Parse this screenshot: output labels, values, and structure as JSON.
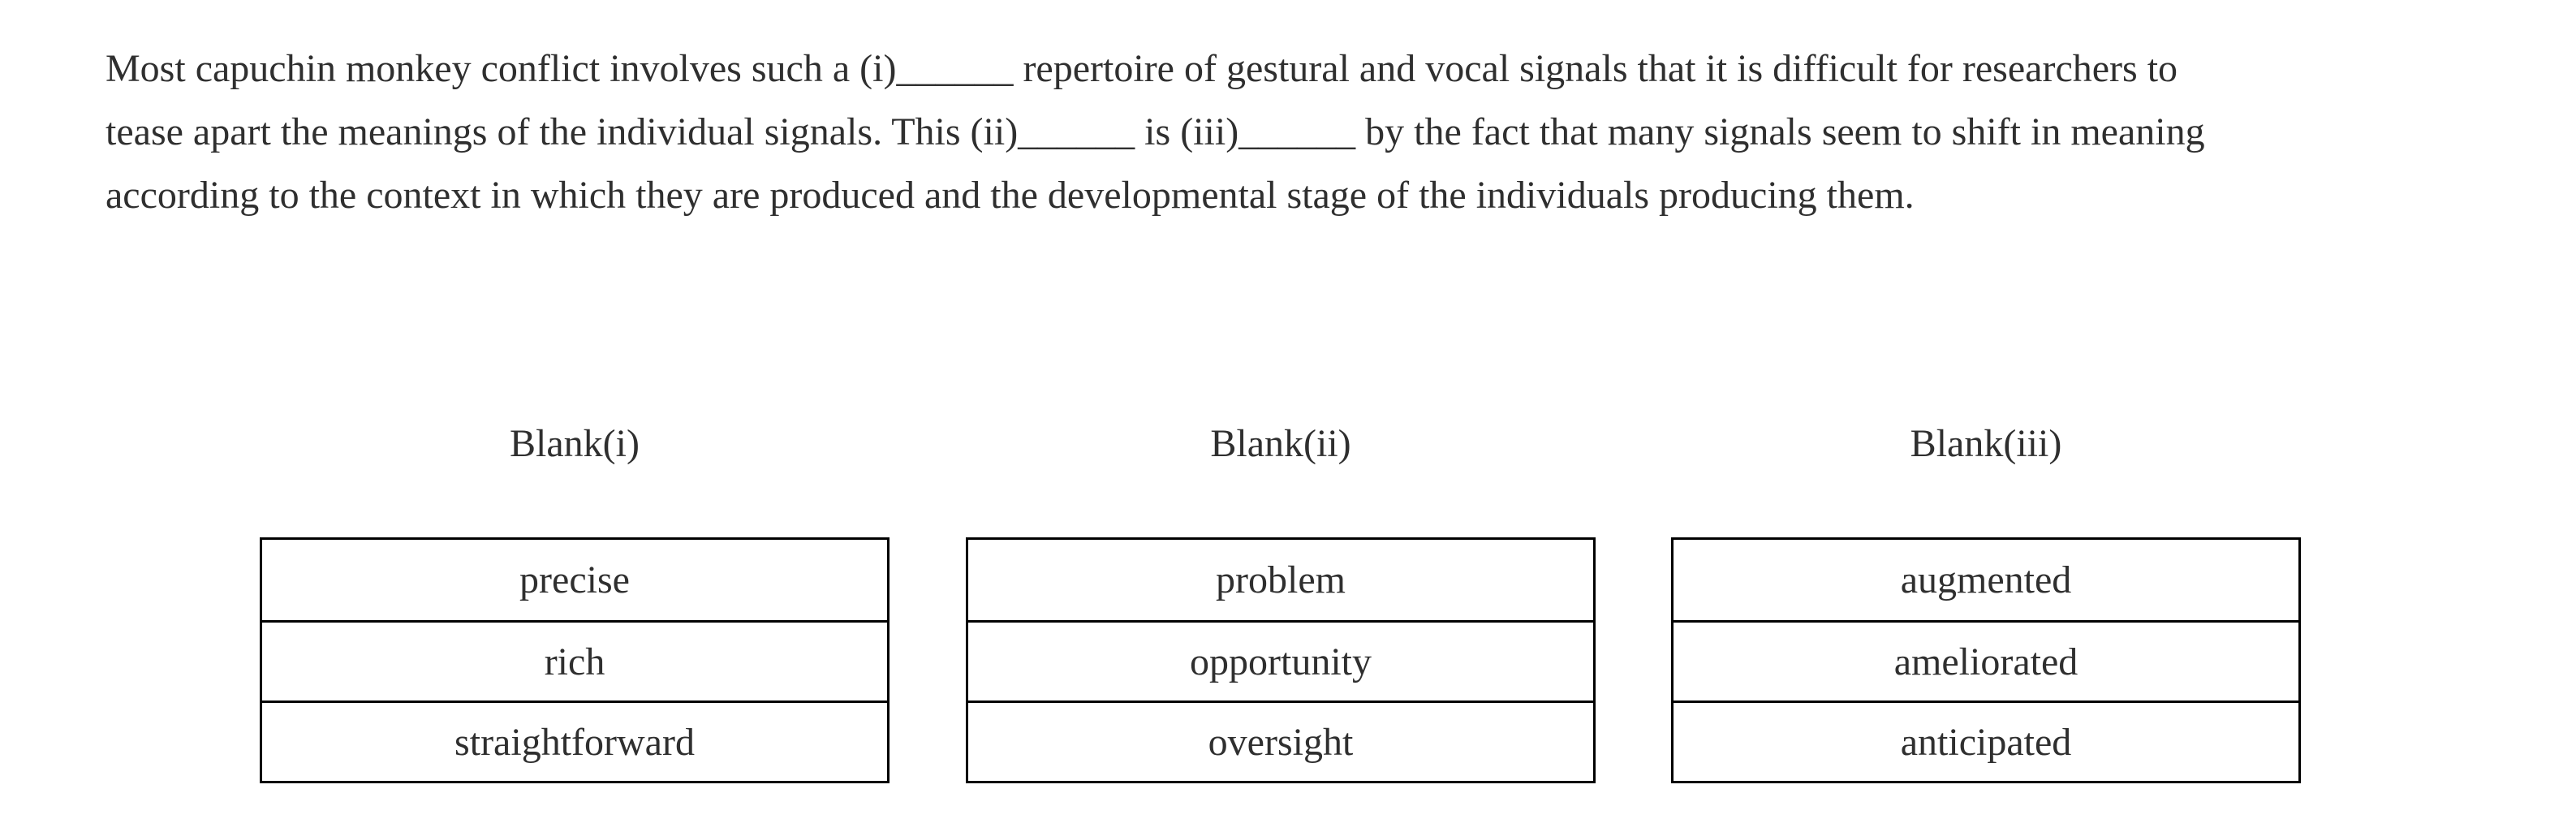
{
  "passage": {
    "lines": [
      "Most capuchin monkey conflict involves such a (i)______ repertoire of gestural and vocal signals that it is difficult for researchers to",
      "tease apart the meanings of the individual signals. This (ii)______ is (iii)______ by the fact that many signals seem to shift in meaning",
      "according to the context in which they are produced and the developmental stage of the individuals producing them."
    ],
    "full_text": "Most capuchin monkey conflict involves such a (i)______ repertoire of gestural and vocal signals that it is difficult for researchers to tease apart the meanings of the individual signals. This (ii)______ is (iii)______ by the fact that many signals seem to shift in meaning according to the context in which they are produced and the developmental stage of the individuals producing them."
  },
  "blanks": [
    {
      "label": "Blank(i)",
      "options": [
        "precise",
        "rich",
        "straightforward"
      ]
    },
    {
      "label": "Blank(ii)",
      "options": [
        "problem",
        "opportunity",
        "oversight"
      ]
    },
    {
      "label": "Blank(iii)",
      "options": [
        "augmented",
        "ameliorated",
        "anticipated"
      ]
    }
  ],
  "colors": {
    "text": "#2f2f2f",
    "table_border": "#000000",
    "background": "#ffffff"
  }
}
